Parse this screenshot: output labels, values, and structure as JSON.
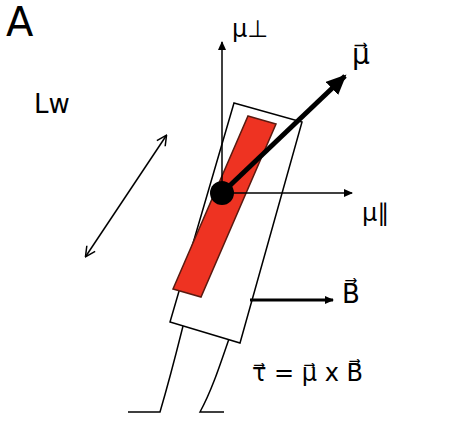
{
  "diagram": {
    "labels": [
      "A",
      "μ⊥",
      "μ⃗",
      "μ∥",
      "Lw",
      "B⃗",
      "τ⃗ = μ⃗ x B⃗"
    ]
  }
}
